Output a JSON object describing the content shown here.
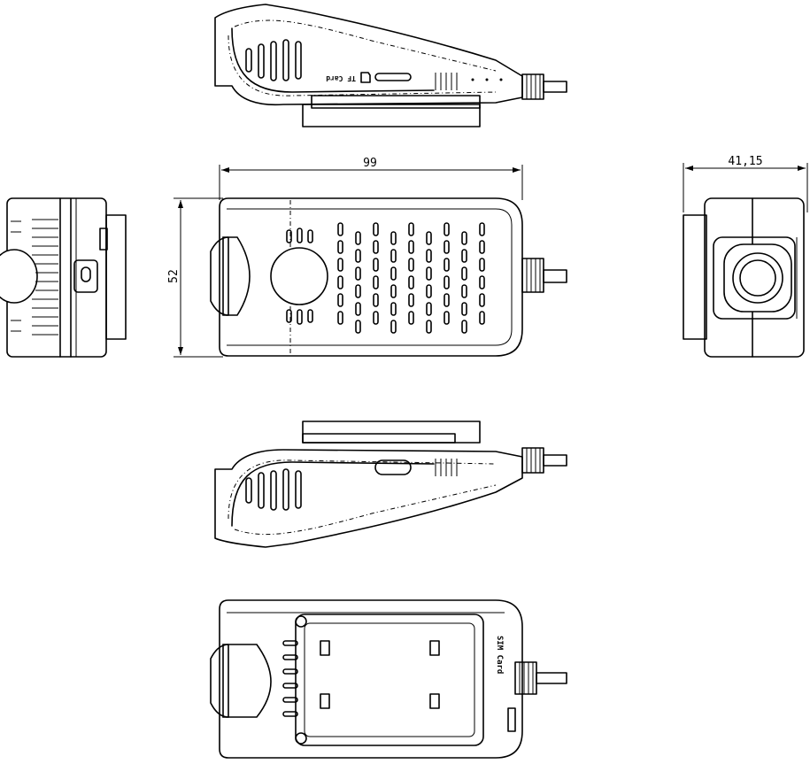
{
  "dimensions": {
    "length": "99",
    "height": "52",
    "depth": "41,15"
  },
  "labels": {
    "tf_card": "TF Card",
    "sim_card": "SIM Card"
  }
}
